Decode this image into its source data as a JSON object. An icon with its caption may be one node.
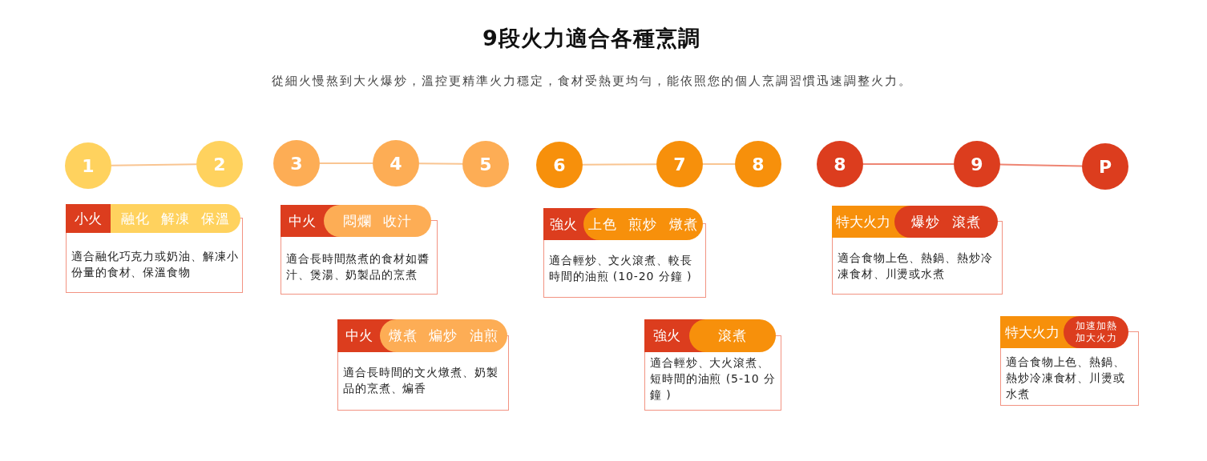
{
  "diagram": {
    "title": "9段火力適合各種烹調",
    "nodes": [
      {
        "text": [
          "1"
        ]
      },
      {
        "text": [
          "2"
        ]
      },
      {
        "text": [
          "3"
        ]
      },
      {
        "text": [
          "4"
        ]
      },
      {
        "text": [
          "5"
        ]
      },
      {
        "text": [
          "6"
        ]
      },
      {
        "text": [
          "7"
        ]
      },
      {
        "text": [
          "8"
        ]
      },
      {
        "text": [
          "8"
        ]
      },
      {
        "text": [
          "9"
        ]
      },
      {
        "text": [
          "P"
        ]
      },
      {
        "text": [
          "小火"
        ]
      },
      {
        "text": [
          "融化 解凍 保溫"
        ]
      },
      {
        "text": [
          "適合融化巧克力或奶油、解凍小份量的食材、保溫食物"
        ]
      },
      {
        "text": [
          "中火"
        ]
      },
      {
        "text": [
          "悶爛 收汁"
        ]
      },
      {
        "text": [
          "適合長時間熬煮的食材如醬汁、煲湯、奶製品的烹煮"
        ]
      },
      {
        "text": [
          "強火"
        ]
      },
      {
        "text": [
          "上色 煎炒 燉煮"
        ]
      },
      {
        "text": [
          "適合輕炒、文火滾煮、較長時間的油煎 (10-20 分鐘 )"
        ]
      },
      {
        "text": [
          "特大火力"
        ]
      },
      {
        "text": [
          "爆炒 滾煮"
        ]
      },
      {
        "text": [
          "適合食物上色、熱鍋、熱炒冷凍食材、川燙或水煮"
        ]
      },
      {
        "text": [
          "中火"
        ]
      },
      {
        "text": [
          "燉煮 煸炒 油煎"
        ]
      },
      {
        "text": [
          "適合長時間的文火燉煮、奶製品的烹煮、煸香"
        ]
      },
      {
        "text": [
          "強火"
        ]
      },
      {
        "text": [
          "滾煮"
        ]
      },
      {
        "text": [
          "適合輕炒、大火滾煮、短時間的油煎 (5-10 分鐘 )"
        ]
      },
      {
        "text": [
          "特大火力"
        ]
      },
      {
        "text": [
          "加速加熱加大火力"
        ]
      },
      {
        "text": [
          "適合食物上色、熱鍋、熱炒冷凍食材、川燙或水煮"
        ]
      }
    ],
    "edges": [
      {
        "from": 0,
        "to": 1,
        "arrow": "none"
      },
      {
        "from": 2,
        "to": 3,
        "arrow": "none"
      },
      {
        "from": 3,
        "to": 4,
        "arrow": "none"
      },
      {
        "from": 5,
        "to": 6,
        "arrow": "none"
      },
      {
        "from": 6,
        "to": 7,
        "arrow": "none"
      },
      {
        "from": 8,
        "to": 9,
        "arrow": "none",
        "color": "#ee8573"
      },
      {
        "from": 9,
        "to": 10,
        "arrow": "none",
        "color": "#ee8573"
      }
    ],
    "labels": [
      "從細火慢熬到大火爆炒，溫控更精準火力穩定，食材受熱更均勻，能依照您的個人烹調習慣迅速調整火力。"
    ]
  }
}
